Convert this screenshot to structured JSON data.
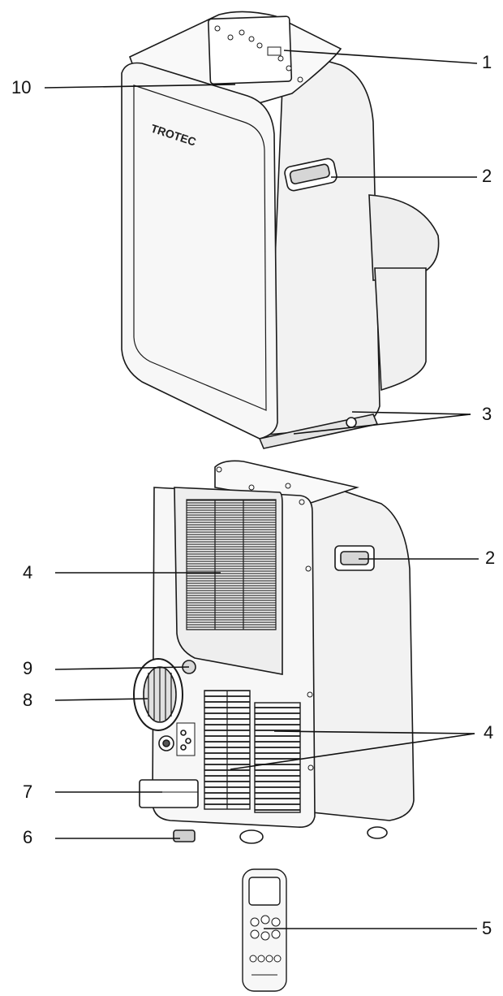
{
  "brand_text": "TROTEC",
  "colors": {
    "stroke": "#1a1a1a",
    "fill": "#f7f7f7",
    "shade": "#d0d0d0",
    "dark": "#555555"
  },
  "callouts": {
    "c1": "1",
    "c2a": "2",
    "c3": "3",
    "c10": "10",
    "c4a": "4",
    "c2b": "2",
    "c9": "9",
    "c8": "8",
    "c4b": "4",
    "c7": "7",
    "c6": "6",
    "c5": "5"
  }
}
